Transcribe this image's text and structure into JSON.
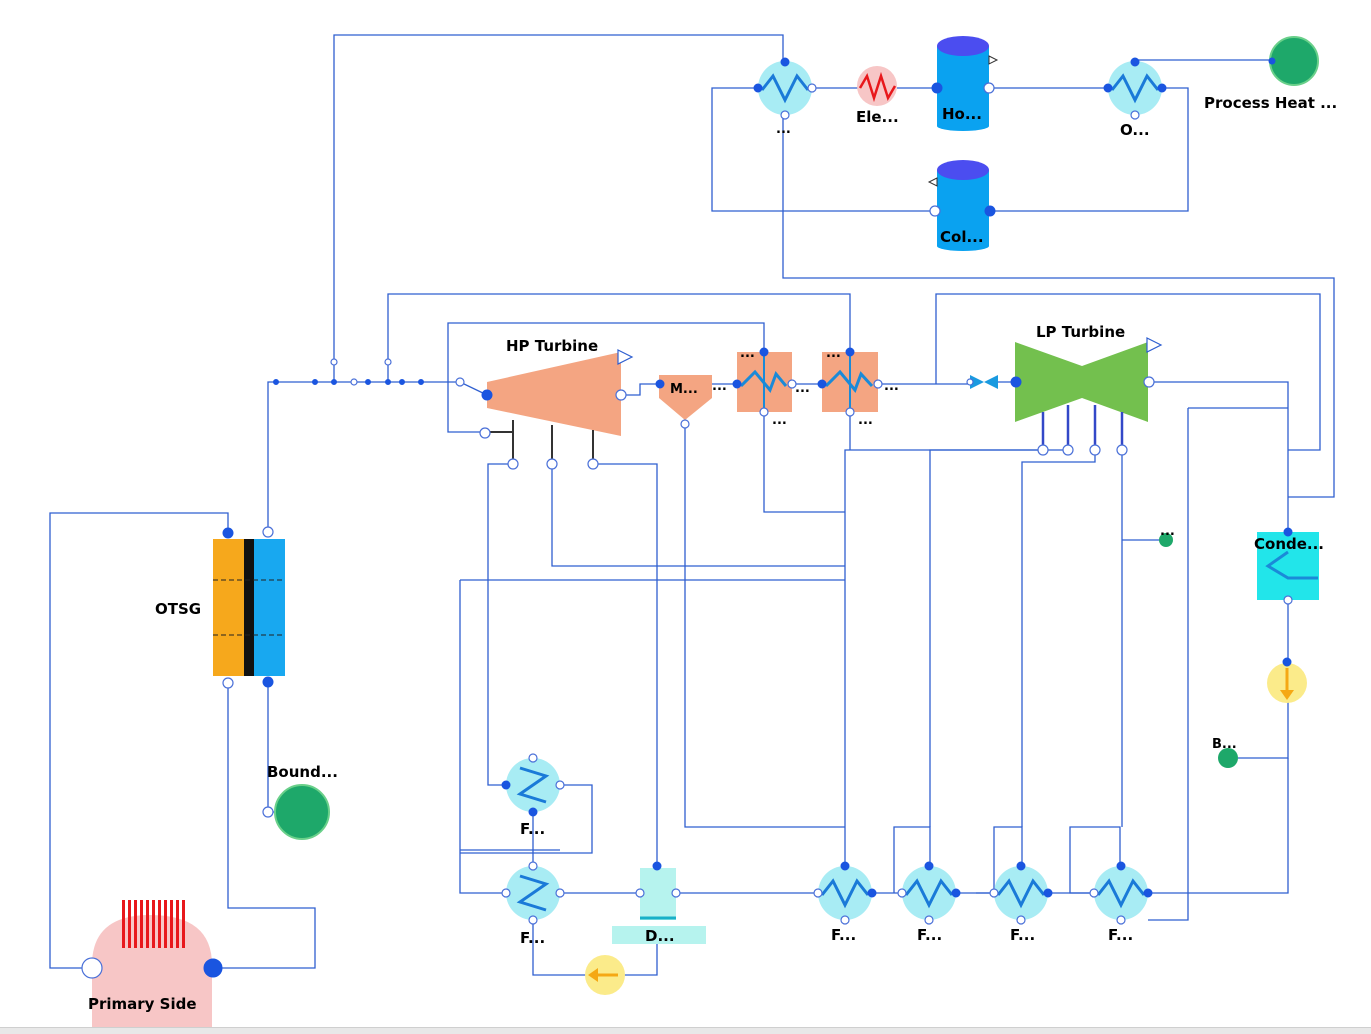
{
  "diagram": {
    "labels": {
      "hp_turbine": "HP Turbine",
      "lp_turbine": "LP Turbine",
      "otsg": "OTSG",
      "primary_side": "Primary Side",
      "bound_sink": "Bound...",
      "process_heat": "Process Heat ...",
      "electric_heater": "Ele...",
      "hot_tank": "Ho...",
      "cold_tank": "Col...",
      "top_hx_left": "...",
      "top_hx_right": "O...",
      "moisture_sep": "M...",
      "reheater1_dots": "...",
      "reheater1_bottom": "...",
      "reheater2_dots": "...",
      "reheater2_bottom": "...",
      "condenser": "Conde...",
      "boundary_small": "B...",
      "deaerator": "D...",
      "fwh_upper": "F...",
      "fwh_lower": "F...",
      "fwh_1": "F...",
      "fwh_2": "F...",
      "fwh_3": "F...",
      "fwh_4": "F...",
      "small_sink_dots": "...",
      "mid_dots_1": "...",
      "mid_dots_2": "...",
      "mid_dots_3": "..."
    },
    "colors": {
      "wire": "#2f5fd0",
      "hp_turbine": "#f4a582",
      "lp_turbine": "#73c04e",
      "otsg_primary": "#f6a81c",
      "otsg_secondary": "#18a8f0",
      "hx_circle": "#a8ecf4",
      "tank_body": "#0aa2f0",
      "tank_top": "#4b4df0",
      "sink_green": "#1ea86a",
      "pump_yellow": "#fbeb8a",
      "pump_arrow": "#f5a814",
      "reactor_pink": "#f7c6c6",
      "reactor_bars": "#e8181c",
      "condenser": "#22e5ea",
      "deaerator": "#b6f3ee"
    }
  }
}
